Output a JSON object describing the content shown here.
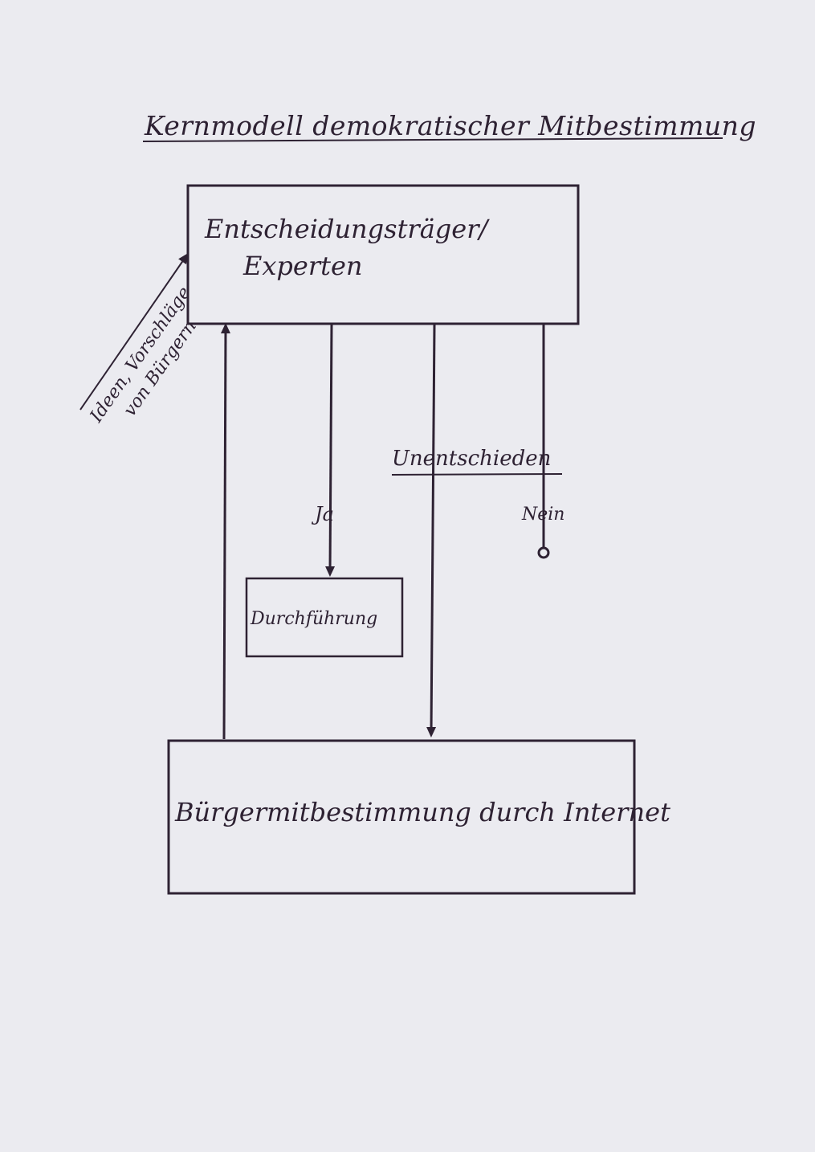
{
  "title": "Kernmodell demokratischer Mitbestimmung",
  "decision_box": {
    "line1": "Entscheidungsträger/",
    "line2": "Experten"
  },
  "side_note": {
    "line1": "Ideen, Vorschläge",
    "line2": "von Bürgern"
  },
  "labels": {
    "undecided": "Unentschieden",
    "yes": "Ja",
    "no": "Nein"
  },
  "implementation_box": "Durchführung",
  "citizen_box": "Bürgermitbestimmung durch Internet",
  "ink_color": "#2e2233"
}
